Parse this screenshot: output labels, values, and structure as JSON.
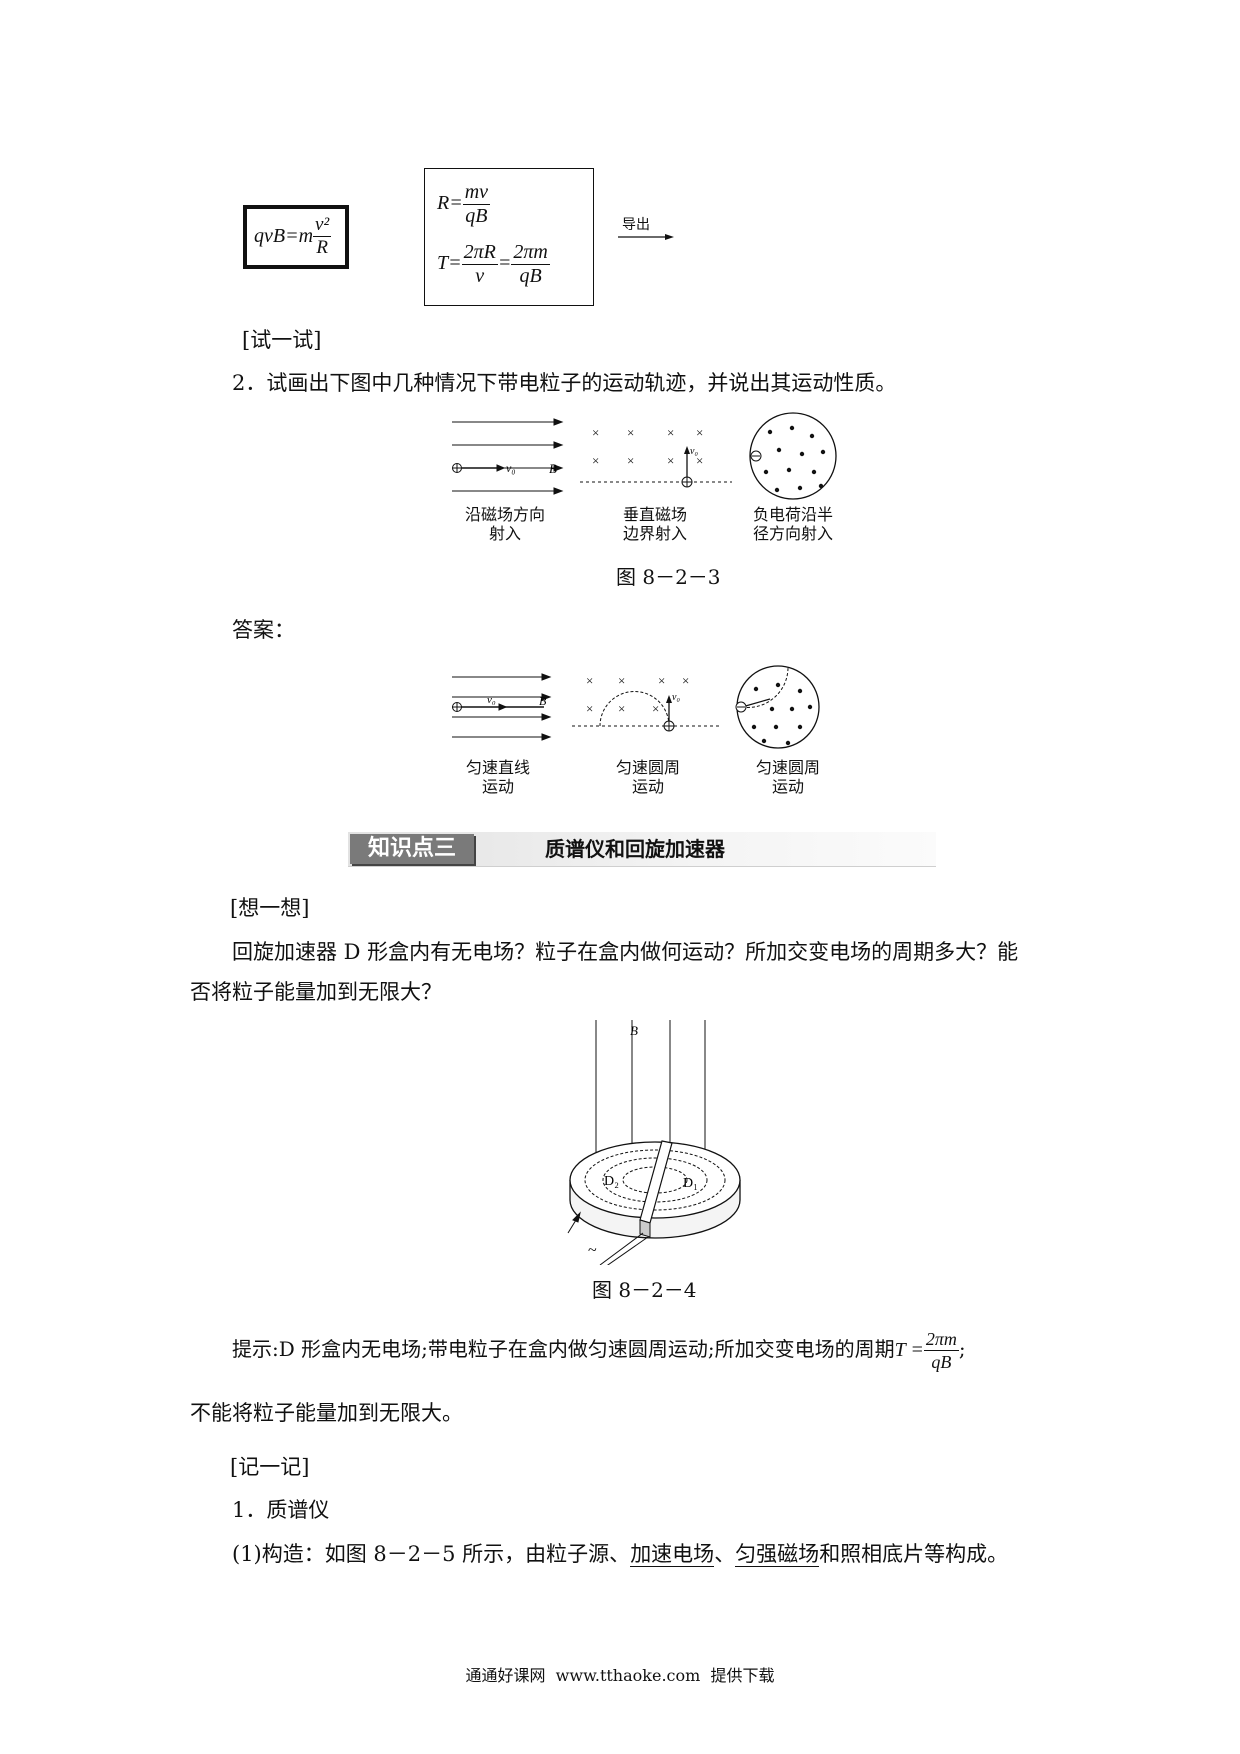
{
  "formula_box1": {
    "lhs": "qvB=m",
    "num": "v²",
    "den": "R"
  },
  "formula_box2": {
    "r_lhs": "R=",
    "r_num": "mv",
    "r_den": "qB",
    "t_lhs": "T=",
    "t_num1": "2πR",
    "t_den1": "v",
    "t_eq": "=",
    "t_num2": "2πm",
    "t_den2": "qB"
  },
  "arrow_label": "导出",
  "try_heading": "[试一试]",
  "question2": "2．试画出下图中几种情况下带电粒子的运动轨迹，并说出其运动性质。",
  "fig823": {
    "labels": {
      "v0": "v₀",
      "B": "B",
      "v0b": "v₀"
    },
    "captions": [
      {
        "line1": "沿磁场方向",
        "line2": "射入"
      },
      {
        "line1": "垂直磁场",
        "line2": "边界射入"
      },
      {
        "line1": "负电荷沿半",
        "line2": "径方向射入"
      }
    ],
    "title": "图 8－2－3"
  },
  "answer_label": "答案：",
  "fig_answer": {
    "labels": {
      "v0": "v₀",
      "B": "B",
      "v0b": "v₀"
    },
    "captions": [
      {
        "line1": "匀速直线",
        "line2": "运动"
      },
      {
        "line1": "匀速圆周",
        "line2": "运动"
      },
      {
        "line1": "匀速圆周",
        "line2": "运动"
      }
    ]
  },
  "section": {
    "tag": "知识点三",
    "title": "质谱仪和回旋加速器"
  },
  "think_heading": "[想一想]",
  "think_line1": "回旋加速器 D 形盒内有无电场？粒子在盒内做何运动？所加交变电场的周期多大？能",
  "think_line2": "否将粒子能量加到无限大？",
  "fig824": {
    "B": "B",
    "D1": "D₁",
    "D2": "D₂",
    "ac": "~",
    "title": "图 8－2－4"
  },
  "hint": {
    "text": "提示:D 形盒内无电场;带电粒子在盒内做匀速圆周运动;所加交变电场的周期",
    "T": "T =",
    "num": "2πm",
    "den": "qB",
    "end": ";",
    "line2": "不能将粒子能量加到无限大。"
  },
  "remember_heading": "[记一记]",
  "item1": "1．质谱仪",
  "item1_structure": {
    "prefix": "(1)构造：如图 8－2－5 所示，由粒子源、",
    "u1": "加速电场",
    "sep": "、",
    "u2": "匀强磁场",
    "suffix": "和照相底片等构成。"
  },
  "footer": "通通好课网  www.tthaoke.com  提供下载"
}
